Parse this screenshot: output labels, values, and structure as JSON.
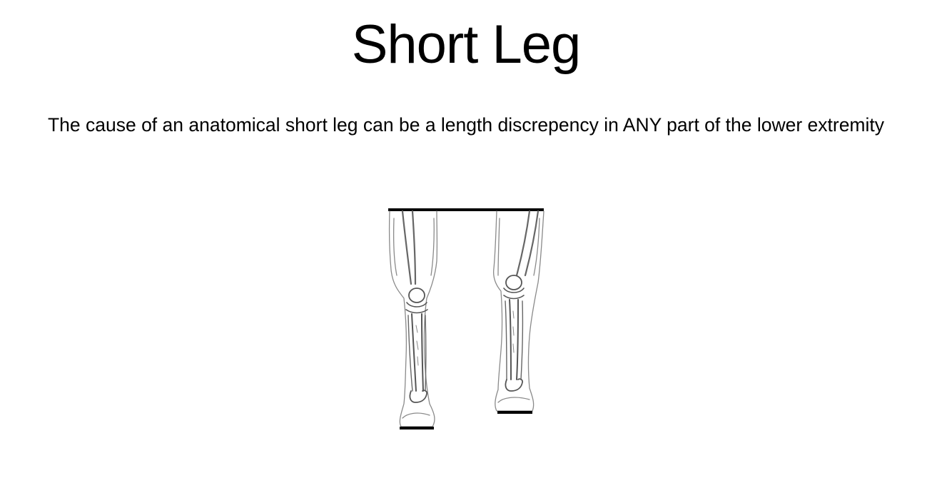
{
  "slide": {
    "title": "Short Leg",
    "subtitle": "The cause of an anatomical short leg can be a length discrepency in ANY part of the lower extremity"
  },
  "illustration": {
    "icon": "legs-skeleton-illustration",
    "line_color": "#000000",
    "sketch_color": "#8a8a8a"
  }
}
